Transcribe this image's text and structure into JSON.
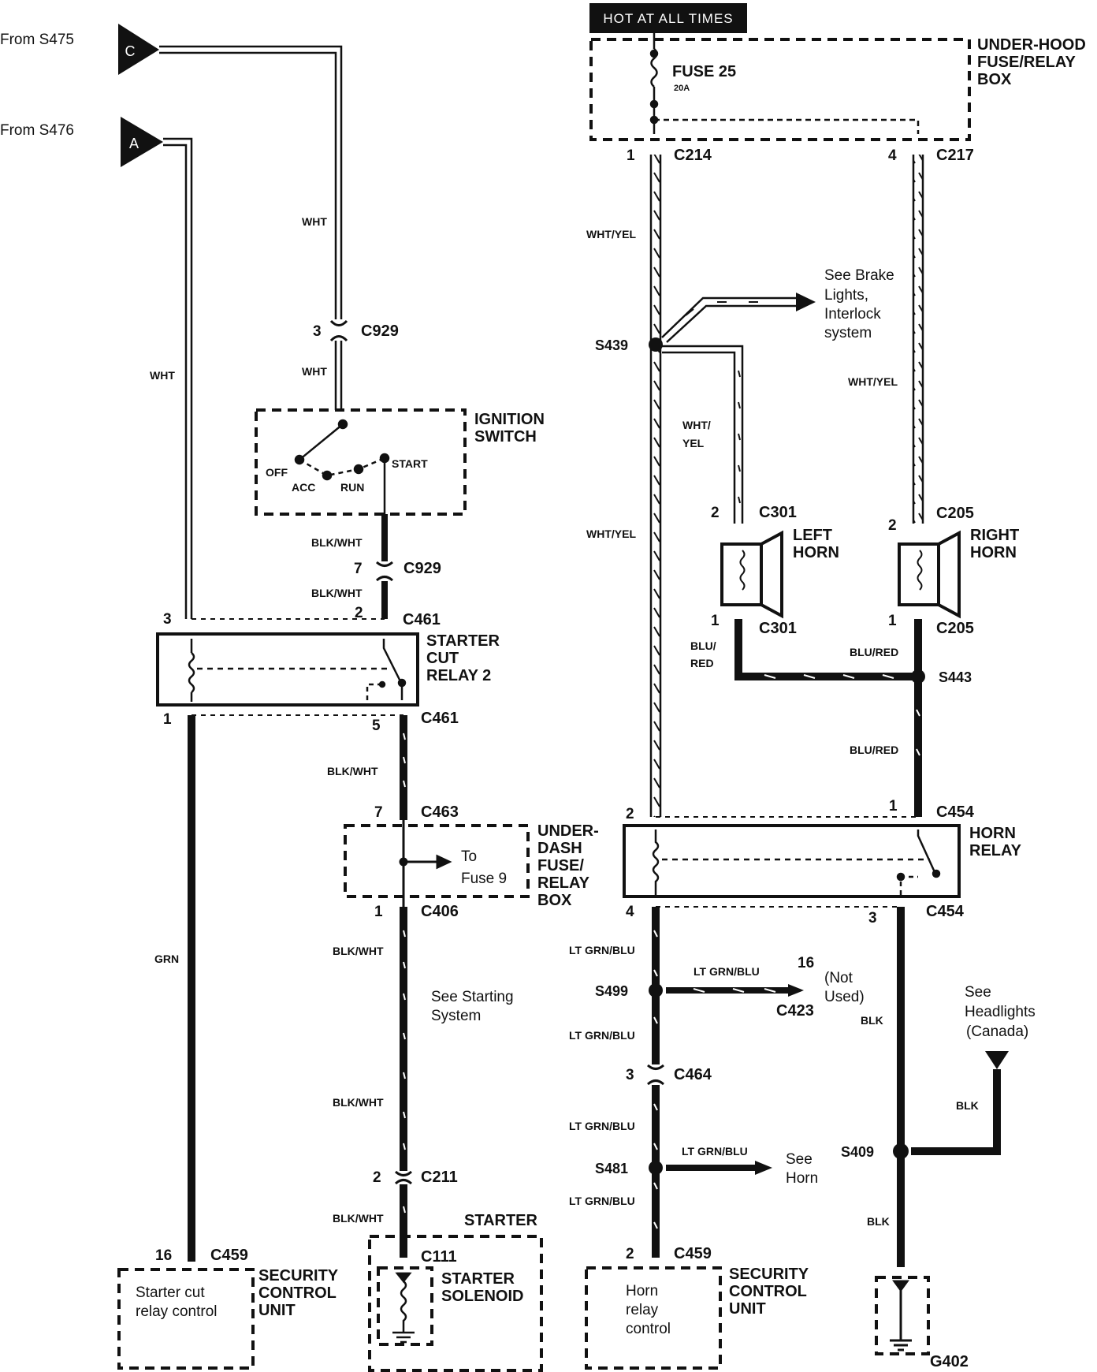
{
  "banner": "HOT AT ALL TIMES",
  "sources": {
    "s475": "From S475",
    "s476": "From S476",
    "c_letter": "C",
    "a_letter": "A"
  },
  "fuse_box": {
    "title_lines": [
      "UNDER-HOOD",
      "FUSE/RELAY",
      "BOX"
    ],
    "fuse_name": "FUSE 25",
    "fuse_rating": "20A"
  },
  "ignition_switch": {
    "title_lines": [
      "IGNITION",
      "SWITCH"
    ],
    "positions": [
      "OFF",
      "ACC",
      "RUN",
      "START"
    ]
  },
  "starter_cut_relay": {
    "title_lines": [
      "STARTER",
      "CUT",
      "RELAY 2"
    ]
  },
  "underdash_box": {
    "title_lines": [
      "UNDER-",
      "DASH",
      "FUSE/",
      "RELAY",
      "BOX"
    ],
    "to_fuse_lines": [
      "To",
      "Fuse 9"
    ]
  },
  "horn_relay": {
    "title_lines": [
      "HORN",
      "RELAY"
    ]
  },
  "left_horn": {
    "title_lines": [
      "LEFT",
      "HORN"
    ]
  },
  "right_horn": {
    "title_lines": [
      "RIGHT",
      "HORN"
    ]
  },
  "starter": {
    "title": "STARTER",
    "solenoid_lines": [
      "STARTER",
      "SOLENOID"
    ]
  },
  "security_left": {
    "title_lines": [
      "SECURITY",
      "CONTROL",
      "UNIT"
    ],
    "inner_lines": [
      "Starter cut",
      "relay control"
    ]
  },
  "security_right": {
    "title_lines": [
      "SECURITY",
      "CONTROL",
      "UNIT"
    ],
    "inner_lines": [
      "Horn",
      "relay",
      "control"
    ]
  },
  "notes": {
    "brake_lines": [
      "See Brake",
      "Lights,",
      "Interlock",
      "system"
    ],
    "starting_lines": [
      "See Starting",
      "System"
    ],
    "headlights_lines": [
      "See",
      "Headlights",
      "(Canada)"
    ],
    "horn_lines": [
      "See",
      "Horn"
    ],
    "not_used_lines": [
      "(Not",
      "Used)"
    ]
  },
  "connectors": {
    "c929": "C929",
    "c461": "C461",
    "c463": "C463",
    "c406": "C406",
    "c211": "C211",
    "c111": "C111",
    "c459": "C459",
    "c214": "C214",
    "c217": "C217",
    "c301": "C301",
    "c205": "C205",
    "c454": "C454",
    "c464": "C464",
    "c423": "C423",
    "g402": "G402"
  },
  "splices": {
    "s439": "S439",
    "s443": "S443",
    "s499": "S499",
    "s481": "S481",
    "s409": "S409"
  },
  "pins": {
    "c929_top": "3",
    "c929_bot": "7",
    "c461_3": "3",
    "c461_2": "2",
    "c461_1": "1",
    "c461_5": "5",
    "c463_7": "7",
    "c406_1": "1",
    "c211_2": "2",
    "c459_l": "16",
    "c214_1": "1",
    "c217_4": "4",
    "c301_2": "2",
    "c301_1": "1",
    "c205_2": "2",
    "c205_1": "1",
    "c454_2": "2",
    "c454_1": "1",
    "c454_4": "4",
    "c454_3": "3",
    "c464_3": "3",
    "c423_16": "16",
    "c459_r": "2"
  },
  "wire_colors": {
    "wht": "WHT",
    "blk_wht": "BLK/WHT",
    "grn": "GRN",
    "wht_yel": "WHT/YEL",
    "wht_yel_a": "WHT/",
    "wht_yel_b": "YEL",
    "blu_red": "BLU/RED",
    "blu_red_a": "BLU/",
    "blu_red_b": "RED",
    "lt_grn_blu": "LT GRN/BLU",
    "blk": "BLK"
  },
  "colors": {
    "ink": "#111111",
    "background": "#ffffff",
    "banner_bg": "#111111",
    "banner_text": "#ffffff"
  }
}
